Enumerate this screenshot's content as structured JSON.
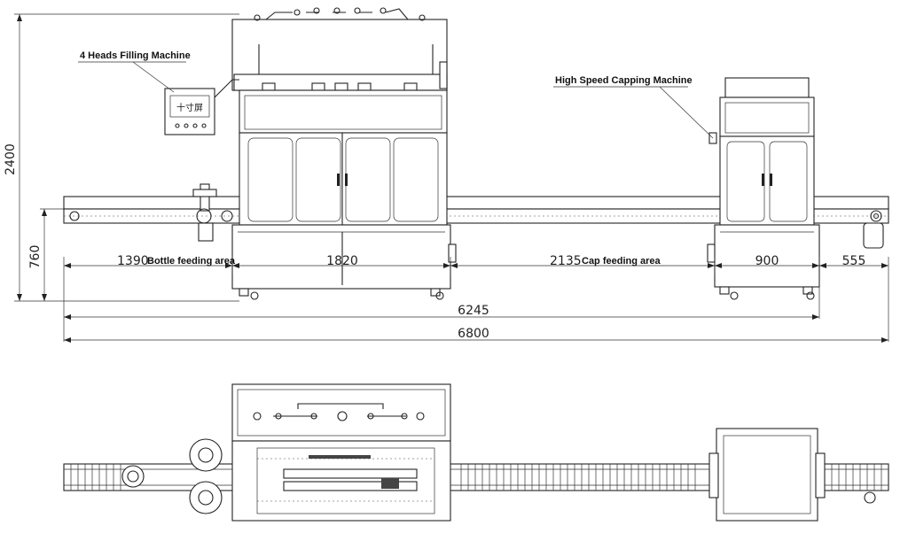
{
  "labels": {
    "filling_machine": "4 Heads Filling Machine",
    "capping_machine": "High Speed Capping Machine",
    "screen_text": "十寸屏",
    "bottle_area": "Bottle feeding area",
    "cap_area": "Cap feeding area"
  },
  "dimensions": {
    "height_total": "2400",
    "height_conveyor": "760",
    "bottle_len": "1390",
    "filler_len": "1820",
    "cap_len": "2135",
    "capper_len": "900",
    "end_len": "555",
    "total_inner": "6245",
    "total_outer": "6800"
  },
  "colors": {
    "line": "#222222",
    "background": "#ffffff"
  }
}
